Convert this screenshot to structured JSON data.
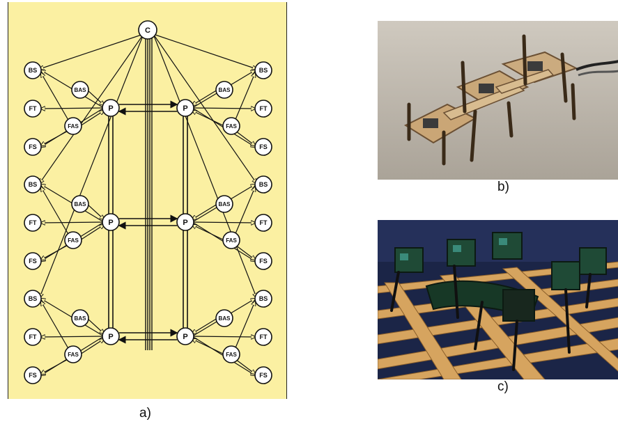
{
  "figure": {
    "captions": {
      "a": "a)",
      "b": "b)",
      "c": "c)"
    }
  },
  "network": {
    "colors": {
      "panel_bg": "#fbf0a2",
      "line": "#111111",
      "node_fill": "#ffffff"
    },
    "central_label": "C",
    "pattern_generator_label": "P",
    "segments": [
      {
        "left": [
          "BS",
          "BAS",
          "FT",
          "FAS",
          "FS"
        ],
        "right": [
          "BS",
          "BAS",
          "FT",
          "FAS",
          "FS"
        ]
      },
      {
        "left": [
          "BS",
          "BAS",
          "FT",
          "FAS",
          "FS"
        ],
        "right": [
          "BS",
          "BAS",
          "FT",
          "FAS",
          "FS"
        ]
      },
      {
        "left": [
          "BS",
          "BAS",
          "FT",
          "FAS",
          "FS"
        ],
        "right": [
          "BS",
          "BAS",
          "FT",
          "FAS",
          "FS"
        ]
      }
    ]
  },
  "photos": {
    "b": {
      "description_icon": "wooden-hexapod-robot-photo",
      "colors": {
        "bg": "#bdb7ac",
        "body": "#c9a879"
      }
    },
    "c": {
      "description_icon": "green-hexapod-robot-on-wooden-slats-photo",
      "colors": {
        "bg": "#1b2547",
        "slat": "#d6a45f",
        "body": "#1f4a36"
      }
    }
  }
}
